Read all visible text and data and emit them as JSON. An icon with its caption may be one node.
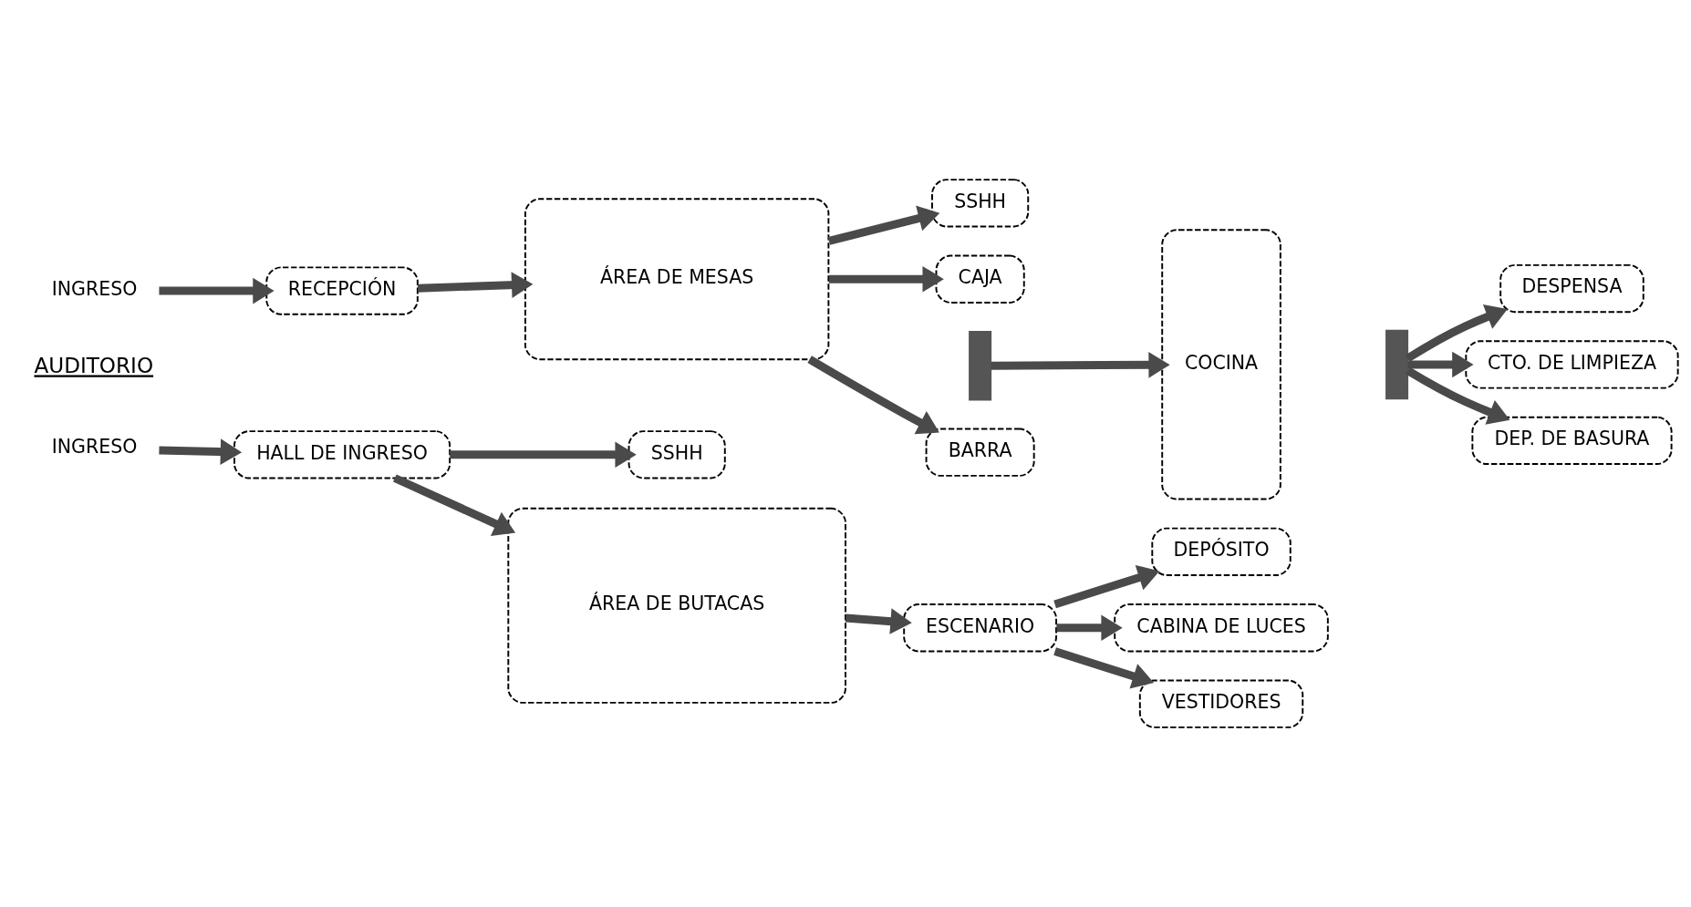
{
  "diagram": {
    "nodes": [
      {
        "text": [
          "INGRESO"
        ]
      },
      {
        "text": [
          "RECEPCIÓN"
        ]
      },
      {
        "text": [
          "ÁREA DE MESAS"
        ]
      },
      {
        "text": [
          "SSHH"
        ]
      },
      {
        "text": [
          "CAJA"
        ]
      },
      {
        "text": [
          "BARRA"
        ]
      },
      {
        "text": [],
        "shape": "bar"
      },
      {
        "text": [
          "COCINA"
        ]
      },
      {
        "text": [],
        "shape": "bar"
      },
      {
        "text": [
          "DESPENSA"
        ]
      },
      {
        "text": [
          "CTO. DE LIMPIEZA"
        ]
      },
      {
        "text": [
          "DEP. DE BASURA"
        ]
      },
      {
        "text": [
          "INGRESO"
        ]
      },
      {
        "text": [
          "HALL DE INGRESO"
        ]
      },
      {
        "text": [
          "SSHH"
        ]
      },
      {
        "text": [
          "ÁREA DE BUTACAS"
        ]
      },
      {
        "text": [
          "ESCENARIO"
        ]
      },
      {
        "text": [
          "DEPÓSITO"
        ]
      },
      {
        "text": [
          "CABINA DE LUCES"
        ]
      },
      {
        "text": [
          "VESTIDORES"
        ]
      }
    ],
    "edges": [
      {
        "from": 0,
        "to": 1,
        "arrow": "to"
      },
      {
        "from": 1,
        "to": 2,
        "arrow": "to"
      },
      {
        "from": 2,
        "to": 3,
        "arrow": "to"
      },
      {
        "from": 2,
        "to": 4,
        "arrow": "to"
      },
      {
        "from": 2,
        "to": 5,
        "arrow": "to"
      },
      {
        "from": 6,
        "to": 7,
        "arrow": "to"
      },
      {
        "from": 8,
        "to": 9,
        "arrow": "to"
      },
      {
        "from": 8,
        "to": 10,
        "arrow": "to"
      },
      {
        "from": 8,
        "to": 11,
        "arrow": "to"
      },
      {
        "from": 12,
        "to": 13,
        "arrow": "to"
      },
      {
        "from": 13,
        "to": 15,
        "arrow": "to"
      },
      {
        "from": 13,
        "to": 14,
        "arrow": "to"
      },
      {
        "from": 15,
        "to": 16,
        "arrow": "to"
      },
      {
        "from": 16,
        "to": 17,
        "arrow": "to"
      },
      {
        "from": 16,
        "to": 18,
        "arrow": "to"
      },
      {
        "from": 16,
        "to": 19,
        "arrow": "to"
      }
    ],
    "labels": [
      "AUDITORIO"
    ]
  }
}
